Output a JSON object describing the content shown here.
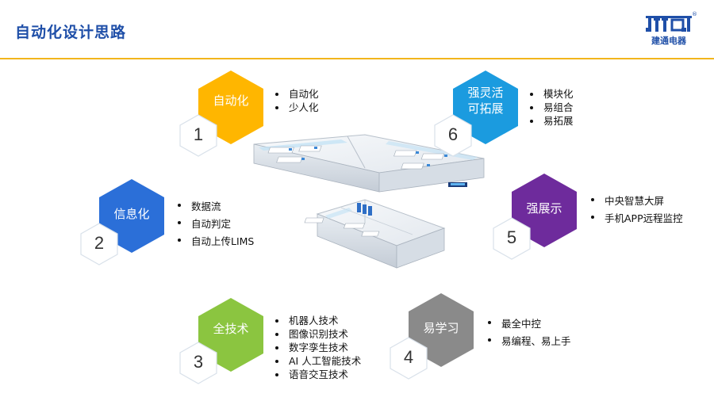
{
  "page": {
    "title": "自动化设计思路"
  },
  "logo": {
    "text": "建通电器",
    "reg": "®"
  },
  "colors": {
    "accent_yellow": "#FFB600",
    "accent_blue": "#2B6FD8",
    "accent_cyan": "#1B9BDF",
    "accent_purple": "#6E2B9C",
    "accent_green": "#8BC540",
    "accent_gray": "#8A8A8A",
    "title_blue": "#1F4FA8",
    "rule_gold": "#F2B51C"
  },
  "nodes": [
    {
      "number": "1",
      "label": [
        "自动化"
      ],
      "color": "#FFB600",
      "bullets": [
        "自动化",
        "少人化"
      ]
    },
    {
      "number": "2",
      "label": [
        "信息化"
      ],
      "color": "#2B6FD8",
      "bullets": [
        "数据流",
        "自动判定",
        "自动上传LIMS"
      ]
    },
    {
      "number": "3",
      "label": [
        "全技术"
      ],
      "color": "#8BC540",
      "bullets": [
        "机器人技术",
        "图像识别技术",
        "数字孪生技术",
        "AI 人工智能技术",
        "语音交互技术"
      ]
    },
    {
      "number": "4",
      "label": [
        "易学习"
      ],
      "color": "#8A8A8A",
      "bullets": [
        "最全中控",
        "易编程、易上手"
      ]
    },
    {
      "number": "5",
      "label": [
        "强展示"
      ],
      "color": "#6E2B9C",
      "bullets": [
        "中央智慧大屏",
        "手机APP远程监控"
      ]
    },
    {
      "number": "6",
      "label": [
        "强灵活",
        "可拓展"
      ],
      "color": "#1B9BDF",
      "bullets": [
        "模块化",
        "易组合",
        "易拓展"
      ]
    }
  ],
  "icons": {
    "logo": "jttq-logo-icon",
    "floorplan": "lab-floorplan-illustration"
  }
}
